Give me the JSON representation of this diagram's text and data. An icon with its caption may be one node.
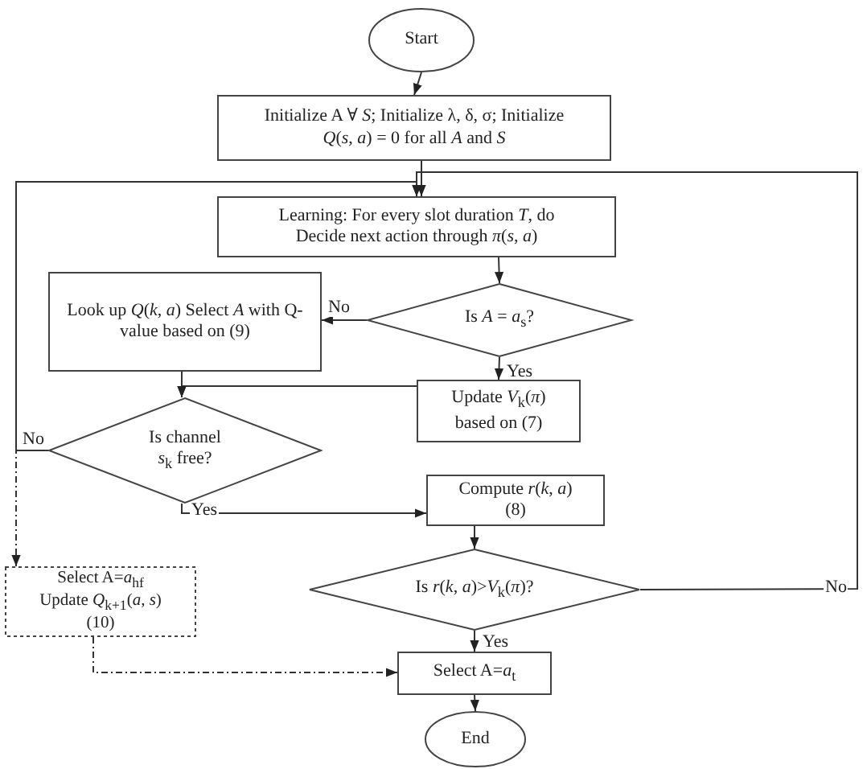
{
  "diagram": {
    "nodes": [
      {
        "text": [
          "Start"
        ]
      },
      {
        "text": [
          "Initialize A ∀ *S*; Initialize λ, δ, σ; Initialize *Q*(*s*, *a*) = 0 for all *A* and *S*"
        ]
      },
      {
        "text": [
          "Learning: For every slot duration *T*,  do Decide next action through *π*(*s*, *a*)"
        ]
      },
      {
        "text": [
          "Is *A* = *a*$_{s}$?"
        ]
      },
      {
        "text": [
          "Look up *Q*(*k*, *a*) Select *A* with Q-value based on (9)"
        ]
      },
      {
        "text": [
          "Update *V*$_{k}$(*π*) based on (7)"
        ]
      },
      {
        "text": [
          "Is channel *s*$_{k}$ free?"
        ]
      },
      {
        "text": [
          "Compute *r*(*k*, *a*) (8)"
        ]
      },
      {
        "text": [
          "Is *r*(*k*, *a*)>*V*$_{k}$(*π*)?"
        ]
      },
      {
        "text": [
          "Select A=*a*$_{hf}$ Update *Q*$_{k+1}$(*a*, *s*) (10)"
        ]
      },
      {
        "text": [
          "Select A=*a*$_{t}$"
        ]
      },
      {
        "text": [
          "End"
        ]
      }
    ],
    "edges": [
      {
        "from": 0,
        "to": 1,
        "arrow": "to"
      },
      {
        "from": 1,
        "to": 2,
        "arrow": "to"
      },
      {
        "from": 2,
        "to": 3,
        "arrow": "to"
      },
      {
        "from": 3,
        "to": 4,
        "arrow": "to",
        "label": "No"
      },
      {
        "from": 3,
        "to": 5,
        "arrow": "to",
        "label": "Yes"
      },
      {
        "from": 4,
        "to": 6,
        "arrow": "to"
      },
      {
        "from": 5,
        "to": 6,
        "arrow": "to"
      },
      {
        "from": 6,
        "to": 7,
        "arrow": "to",
        "label": "Yes"
      },
      {
        "from": 6,
        "to": 2,
        "arrow": "to",
        "label": "No"
      },
      {
        "from": 6,
        "to": 9,
        "arrow": "to",
        "style": "dashed"
      },
      {
        "from": 7,
        "to": 8,
        "arrow": "to"
      },
      {
        "from": 8,
        "to": 10,
        "arrow": "to",
        "label": "Yes"
      },
      {
        "from": 10,
        "to": 11,
        "arrow": "to"
      },
      {
        "from": 9,
        "to": 10,
        "arrow": "to",
        "style": "dashed"
      },
      {
        "from": 8,
        "to": 2,
        "arrow": "to",
        "label": "No"
      }
    ]
  }
}
